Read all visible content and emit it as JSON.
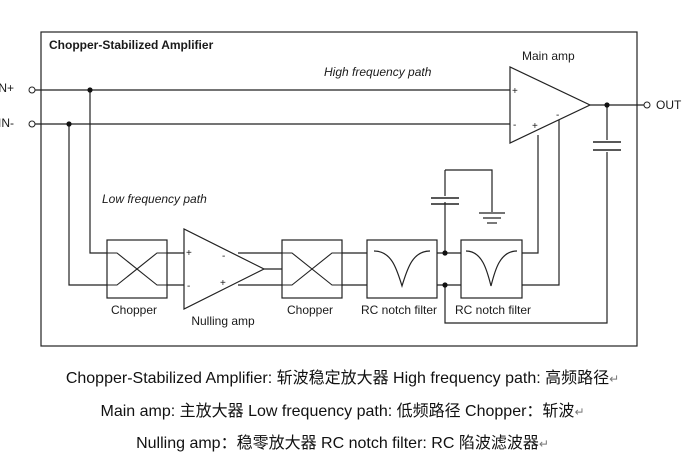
{
  "diagram": {
    "title": "Chopper-Stabilized Amplifier",
    "inputs": [
      "IN+",
      "IN-"
    ],
    "output": "OUT",
    "path_labels": {
      "high": "High frequency path",
      "low": "Low frequency path"
    },
    "blocks": {
      "main_amp": "Main amp",
      "chopper_1": "Chopper",
      "nulling_amp": "Nulling amp",
      "chopper_2": "Chopper",
      "rc_filter_1": "RC notch filter",
      "rc_filter_2": "RC notch filter"
    },
    "signs": {
      "plus": "+",
      "minus": "-"
    }
  },
  "captions": [
    "Chopper-Stabilized Amplifier: 斩波稳定放大器 High frequency path: 高频路径",
    "Main amp: 主放大器 Low frequency path: 低频路径 Chopper：斩波",
    "Nulling amp：稳零放大器 RC notch filter: RC 陷波滤波器"
  ],
  "caption_mark": "↵"
}
